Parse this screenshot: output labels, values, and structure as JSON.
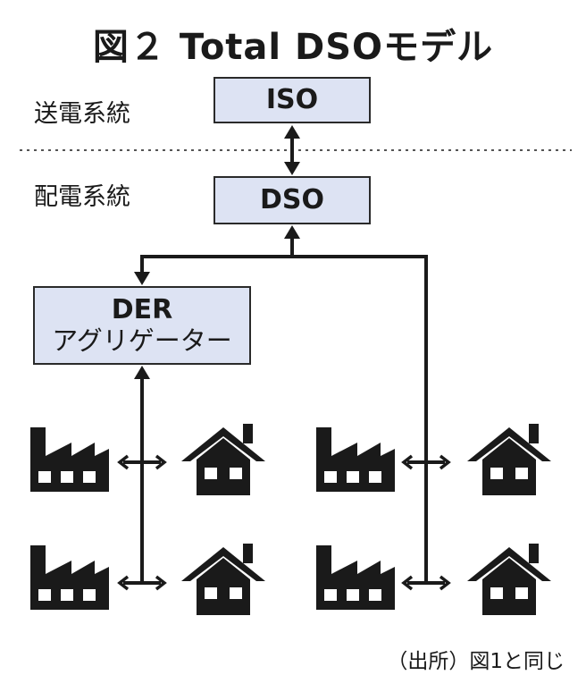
{
  "title": "図２ Total DSOモデル",
  "labels": {
    "transmission": "送電系統",
    "distribution": "配電系統"
  },
  "nodes": {
    "iso": "ISO",
    "dso": "DSO",
    "der_line1": "DER",
    "der_line2": "アグリゲーター"
  },
  "icons": [
    "factory-icon",
    "house-icon",
    "double-arrow-icon"
  ],
  "source": "（出所）図1と同じ",
  "colors": {
    "box_fill": "#dde3f3",
    "ink": "#1a1a1a"
  }
}
